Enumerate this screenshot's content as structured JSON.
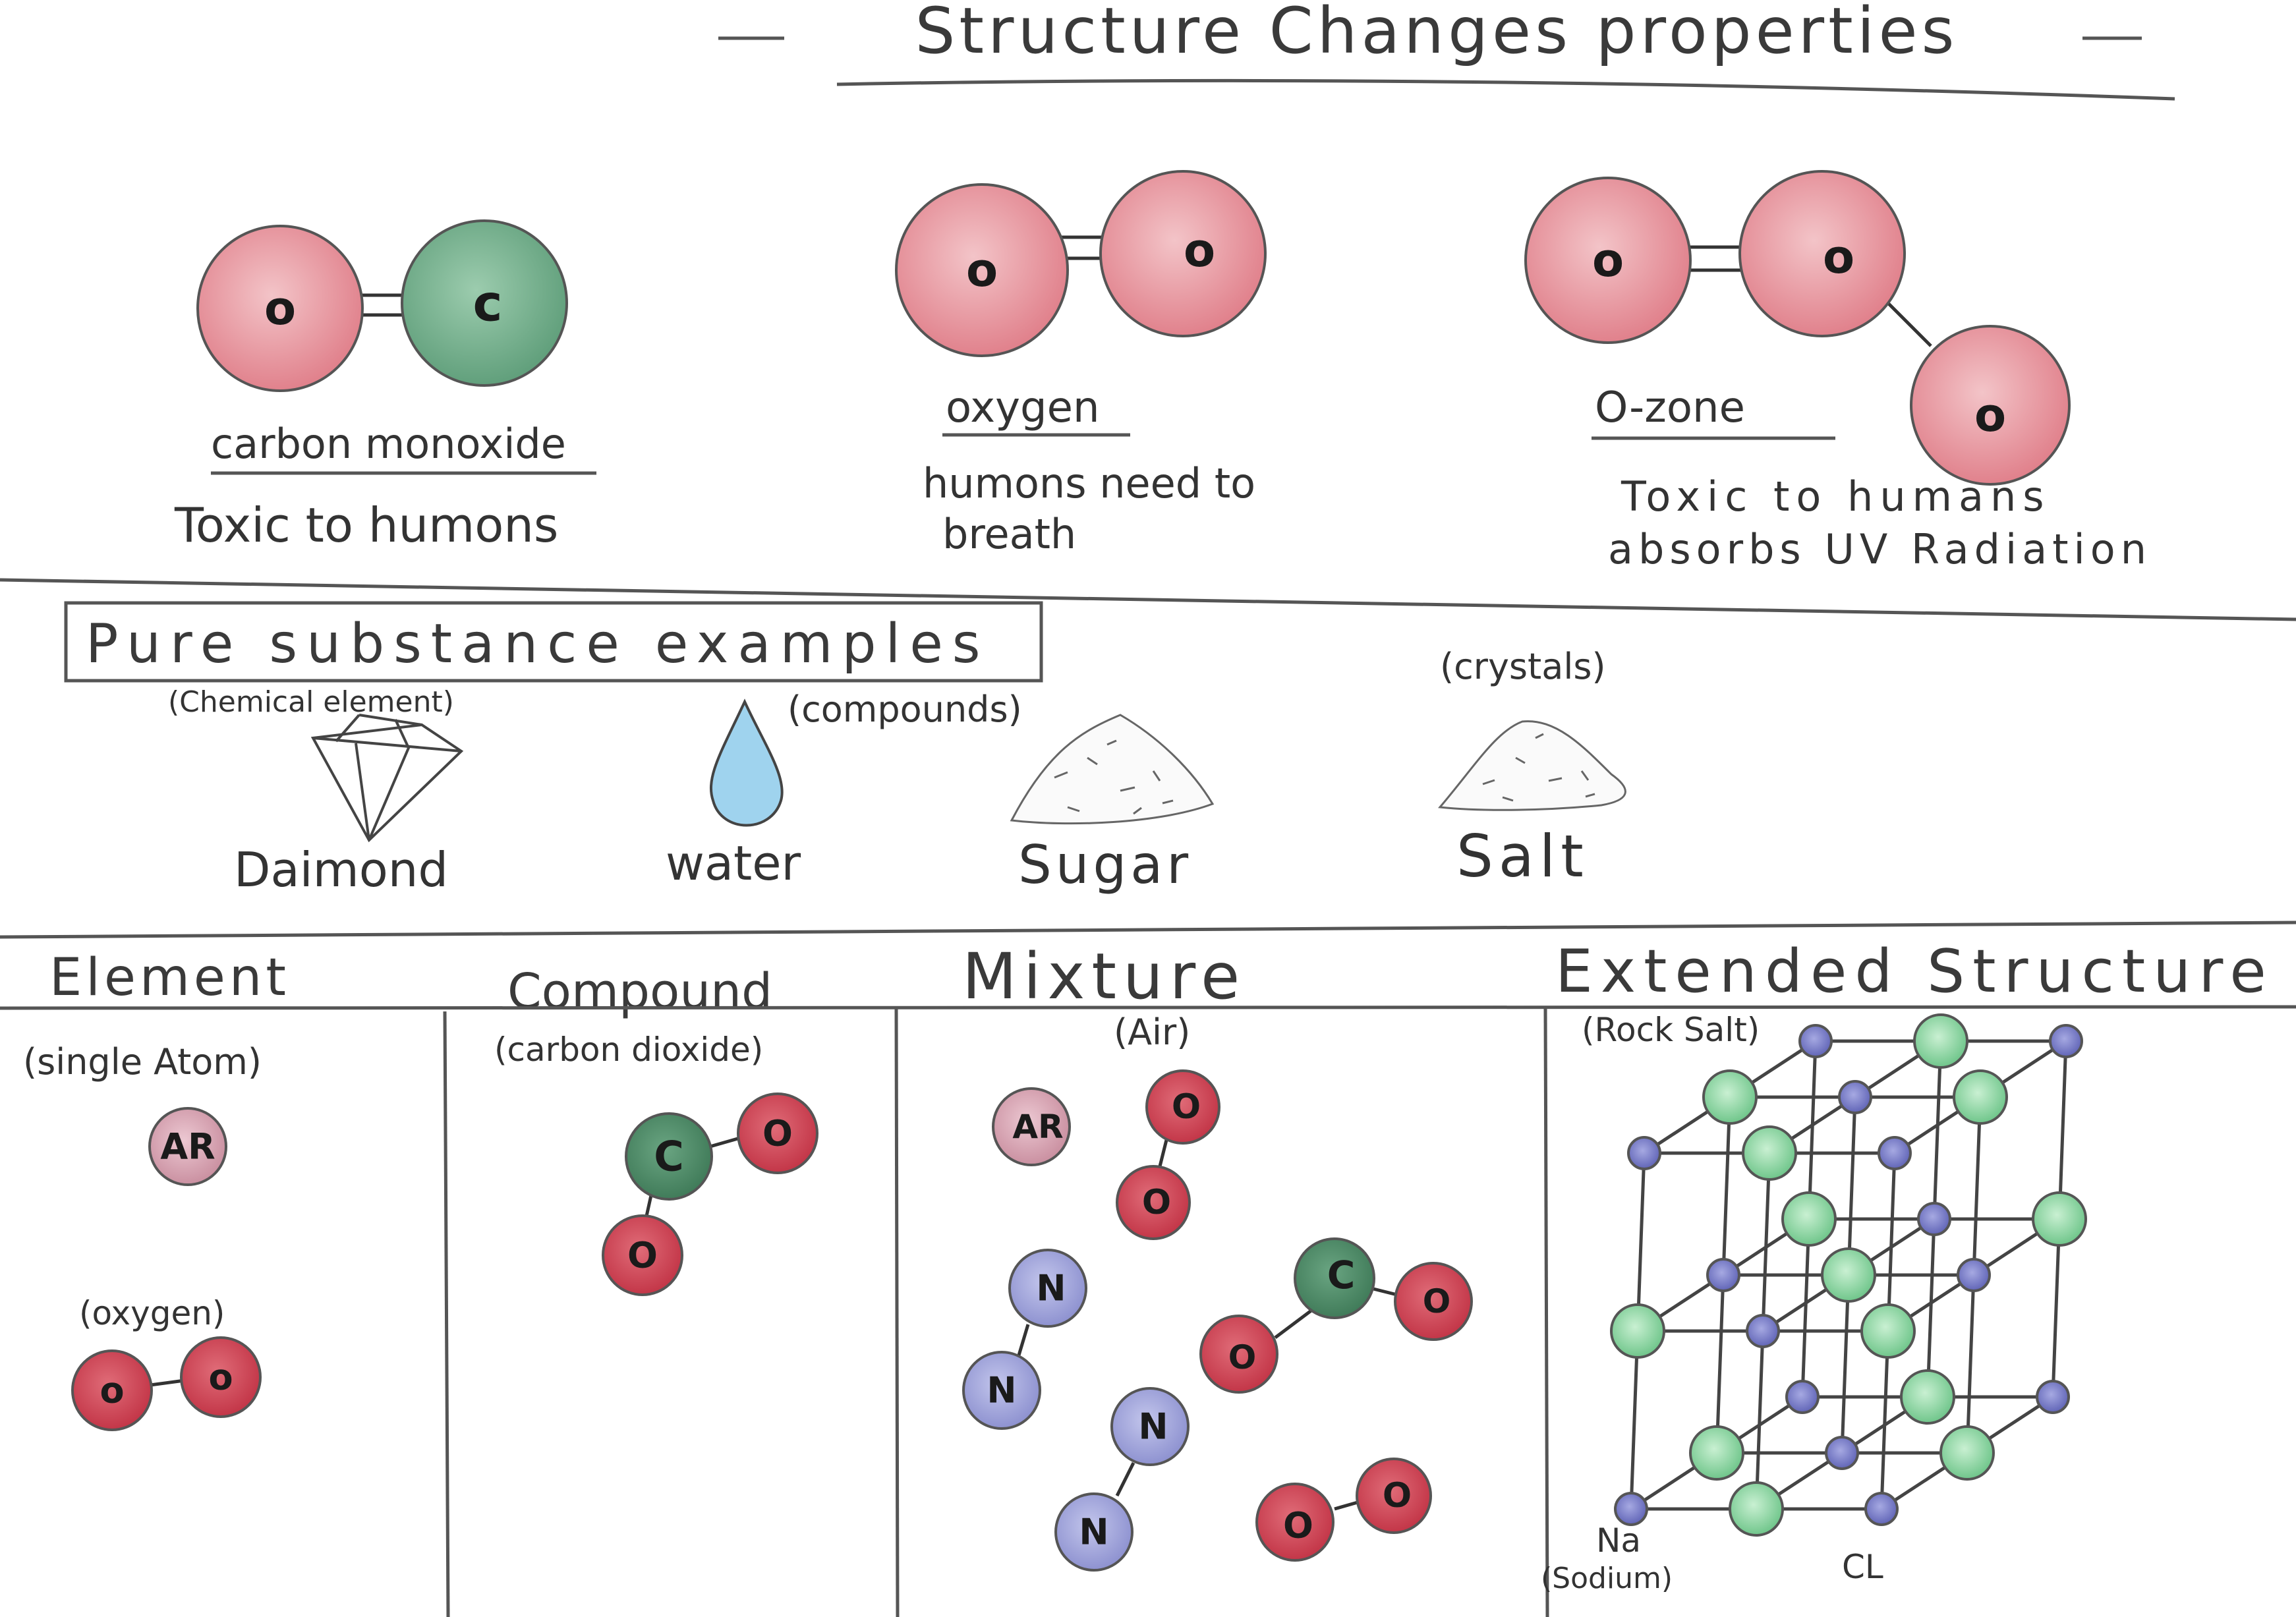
{
  "title": "Structure Changes properties",
  "colors": {
    "oxygen": "#e8a0a8",
    "carbon": "#6fae8a",
    "nitrogen": "#9ea3d6",
    "argon": "#d9a7b5",
    "chlorine": "#8fd6a0",
    "sodium": "#7c7fc9",
    "water": "#9fd3ee"
  },
  "molecules": {
    "carbon_monoxide": {
      "name": "carbon monoxide",
      "desc": "Toxic to humons",
      "atoms": [
        "o",
        "c"
      ]
    },
    "oxygen": {
      "name": "oxygen",
      "desc_line1": "humons need to",
      "desc_line2": "breath",
      "atoms": [
        "o",
        "o"
      ]
    },
    "ozone": {
      "name": "O-zone",
      "desc_line1": "Toxic to humans",
      "desc_line2": "absorbs UV Radiation",
      "atoms": [
        "o",
        "o",
        "o"
      ]
    }
  },
  "pure_substances": {
    "heading": "Pure substance examples",
    "note_element": "(Chemical element)",
    "note_compounds": "(compounds)",
    "note_crystals": "(crystals)",
    "items": [
      {
        "label": "Daimond",
        "icon": "diamond-icon"
      },
      {
        "label": "water",
        "icon": "water-drop-icon"
      },
      {
        "label": "Sugar",
        "icon": "sugar-pile-icon"
      },
      {
        "label": "Salt",
        "icon": "salt-pile-icon"
      }
    ]
  },
  "categories": {
    "element": {
      "heading": "Element",
      "note": "(single Atom)",
      "argon": "AR",
      "oxygen_note": "(oxygen)",
      "oxygen_atoms": [
        "o",
        "o"
      ]
    },
    "compound": {
      "heading": "Compound",
      "note": "(carbon dioxide)",
      "atoms": [
        "C",
        "O",
        "O"
      ]
    },
    "mixture": {
      "heading": "Mixture",
      "note": "(Air)",
      "argon": "AR",
      "o2_top": [
        "O",
        "O"
      ],
      "n2_a": [
        "N",
        "N"
      ],
      "co2": [
        "C",
        "O",
        "O"
      ],
      "n2_b": [
        "N",
        "N"
      ],
      "o2_bottom": [
        "O",
        "O"
      ]
    },
    "extended": {
      "heading": "Extended Structure",
      "note": "(Rock Salt)",
      "na_label": "Na",
      "na_note": "(Sodium)",
      "cl_label": "CL"
    }
  }
}
